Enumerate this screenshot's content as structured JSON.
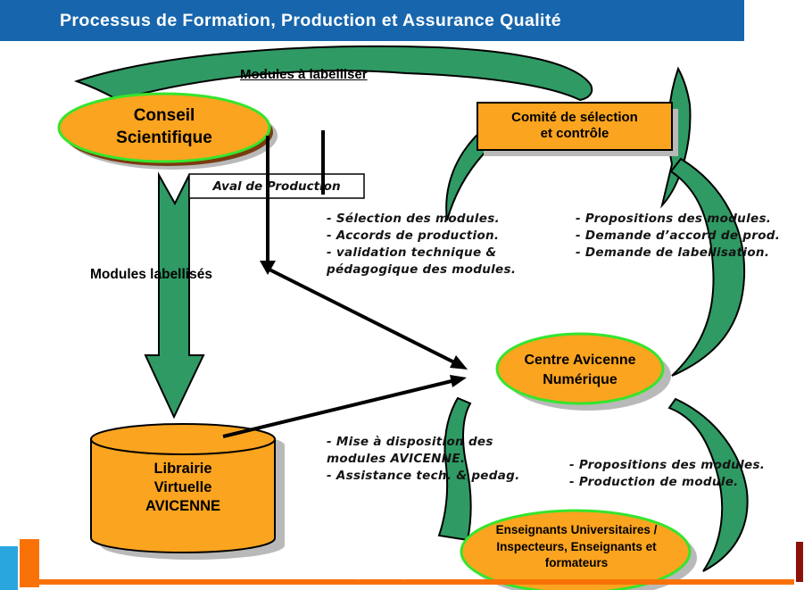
{
  "title": "Processus de Formation, Production et Assurance Qualité",
  "labels": {
    "top_arrow": "Modules à labelliser",
    "left_arrow": "Modules labellisés"
  },
  "nodes": {
    "conseil": {
      "lines": [
        "Conseil",
        "Scientifique"
      ]
    },
    "comite": {
      "lines": [
        "Comité de sélection",
        "et contrôle"
      ]
    },
    "aval": {
      "label": "Aval de Production"
    },
    "centre": {
      "lines": [
        "Centre Avicenne",
        "Numérique"
      ]
    },
    "librairie": {
      "lines": [
        "Librairie",
        "Virtuelle",
        "AVICENNE"
      ]
    },
    "enseignants": {
      "lines": [
        "Enseignants Universitaires /",
        "Inspecteurs, Enseignants et",
        "formateurs"
      ]
    }
  },
  "notes": {
    "selection": {
      "lines": [
        "- Sélection des modules.",
        "- Accords de production.",
        "- validation technique &",
        "pédagogique des modules."
      ]
    },
    "propositions_top": {
      "lines": [
        "- Propositions des modules.",
        "- Demande d’accord de prod.",
        "- Demande de labellisation."
      ]
    },
    "mise": {
      "lines": [
        "- Mise à disposition des",
        "modules AVICENNE.",
        "- Assistance tech. & pedag."
      ]
    },
    "propositions_bottom": {
      "lines": [
        "- Propositions des modules.",
        "- Production de module."
      ]
    }
  },
  "footer": {
    "mark": "\""
  },
  "colors": {
    "header_blue": "#1766AD",
    "arrow_green": "#2F9A64",
    "shape_orange": "#FBA41F",
    "ellipse_border_green": "#35E52D",
    "shadow_gray": "#B9B9B9",
    "footer_orange": "#F97208",
    "footer_blue": "#2AA6DF",
    "footer_maroon": "#8B1208"
  }
}
